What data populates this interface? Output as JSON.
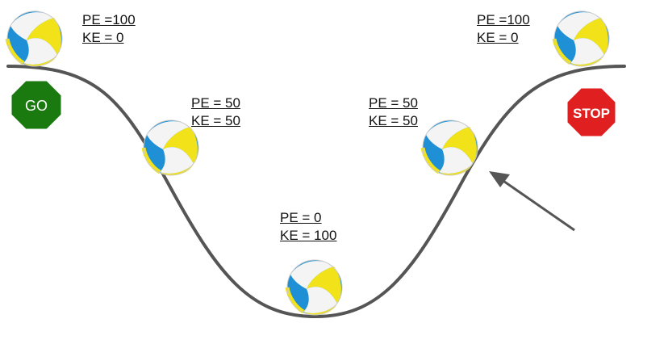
{
  "labels": {
    "start": {
      "pe": "PE =100",
      "ke": "KE = 0"
    },
    "descending": {
      "pe": "PE = 50",
      "ke": "KE = 50"
    },
    "bottom": {
      "pe": "PE = 0",
      "ke": "KE = 100"
    },
    "ascending": {
      "pe": "PE = 50",
      "ke": "KE = 50"
    },
    "end": {
      "pe": "PE =100",
      "ke": "KE = 0"
    }
  },
  "signs": {
    "go": {
      "text": "GO",
      "color": "#1a7a10"
    },
    "stop": {
      "text": "STOP",
      "color": "#e02020"
    }
  },
  "colors": {
    "track": "#555555",
    "arrow": "#555555",
    "ball_blue": "#1f8fd6",
    "ball_yellow": "#f2e21a",
    "ball_white": "#f4f4f4"
  },
  "icons": {
    "ball": "volleyball-icon",
    "go_sign": "go-sign-icon",
    "stop_sign": "stop-sign-icon",
    "arrow": "arrow-icon"
  }
}
